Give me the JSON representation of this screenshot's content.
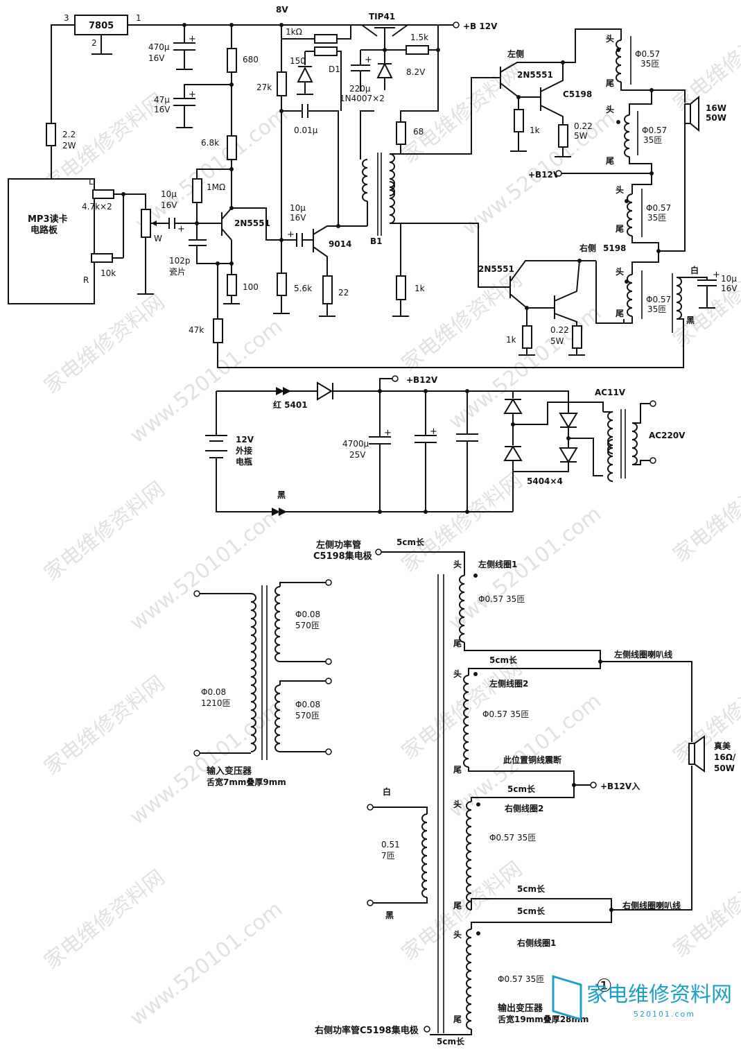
{
  "watermark": {
    "text_cn": "家电维修资料网",
    "text_url": "www.520101.com",
    "logo_url": "520101.com"
  },
  "figure_number": "①",
  "amplifier": {
    "regulator": "7805",
    "pin_in": "3",
    "pin_out": "1",
    "pin_gnd": "2",
    "c470": "470μ",
    "c470_v": "16V",
    "c47": "47μ",
    "c47_v": "16V",
    "r680": "680",
    "r68k": "6.8k",
    "r1M": "1MΩ",
    "r22": "2.2",
    "r22_w": "2W",
    "mp3_l1": "MP3读卡",
    "mp3_l2": "电路板",
    "L": "L",
    "R": "R",
    "r47k2": "4.7k×2",
    "r10k": "10k",
    "pot": "W",
    "c10u_a": "10μ",
    "c10u_a_v": "16V",
    "q1": "2N5551",
    "c102": "102p",
    "c102_t": "瓷片",
    "r100": "100",
    "r47k": "47k",
    "v8": "8V",
    "r27k": "27k",
    "r1k_top": "1kΩ",
    "r150": "150",
    "d1": "D1",
    "c001": "0.01μ",
    "tip": "TIP41",
    "bplus": "+B 12V",
    "r15k": "1.5k",
    "c220": "220μ",
    "d1n": "1N4007×2",
    "z82": "8.2V",
    "c10u_b": "10μ",
    "c10u_b_v": "16V",
    "q2": "9014",
    "r56k": "5.6k",
    "r22b": "22",
    "r68": "68",
    "b1": "B1",
    "r1k_mid": "1k",
    "left_label": "左侧",
    "q_left_drv": "2N5551",
    "q_left_pwr": "C5198",
    "r1k_left": "1k",
    "r022_left": "0.22",
    "r022_left_w": "5W",
    "right_label": "右侧",
    "q_right_drv": "2N5551",
    "q_right_pwr": "5198",
    "r1k_right": "1k",
    "r022_right": "0.22",
    "r022_right_w": "5W",
    "b12v": "+B12V",
    "head": "头",
    "tail": "尾",
    "coil_spec": "Φ0.57",
    "coil_turns": "35匝",
    "spk": "16W",
    "spk2": "50W",
    "white": "白",
    "black": "黑",
    "c10u_c": "10μ",
    "c10u_c_v": "16V"
  },
  "power": {
    "diode_label": "红 5401",
    "bplus": "+B12V",
    "battery_l1": "12V",
    "battery_l2": "外接",
    "battery_l3": "电瓶",
    "c4700": "4700μ",
    "c4700_v": "25V",
    "black": "黑",
    "ac11": "AC11V",
    "ac220": "AC220V",
    "bridge": "5404×4"
  },
  "input_transformer": {
    "primary_spec": "Φ0.08",
    "primary_turns": "1210匝",
    "sec1_spec": "Φ0.08",
    "sec1_turns": "570匝",
    "sec2_spec": "Φ0.08",
    "sec2_turns": "570匝",
    "title": "输入变压器",
    "core": "舌宽7mm叠厚9mm"
  },
  "output_transformer": {
    "left_collector_l1": "左侧功率管",
    "left_collector_l2": "C5198集电极",
    "len5cm": "5cm长",
    "coil_l1": "左侧线圈1",
    "coil_l2": "左侧线圈2",
    "coil_r2": "右侧线圈2",
    "coil_r1": "右侧线圈1",
    "spec": "Φ0.57  35匝",
    "head": "头",
    "tail": "尾",
    "left_spk_wire": "左侧线圈喇叭线",
    "right_spk_wire": "右侧线圈喇叭线",
    "cut_note": "此位置铜线震断",
    "b12_in": "+B12V入",
    "white": "白",
    "black": "黑",
    "fb_spec": "0.51",
    "fb_turns": "7匝",
    "speaker_l1": "真美",
    "speaker_l2": "16Ω/",
    "speaker_l3": "50W",
    "right_collector": "右侧功率管C5198集电极",
    "title": "输出变压器",
    "core": "舌宽19mm叠厚28mm"
  }
}
